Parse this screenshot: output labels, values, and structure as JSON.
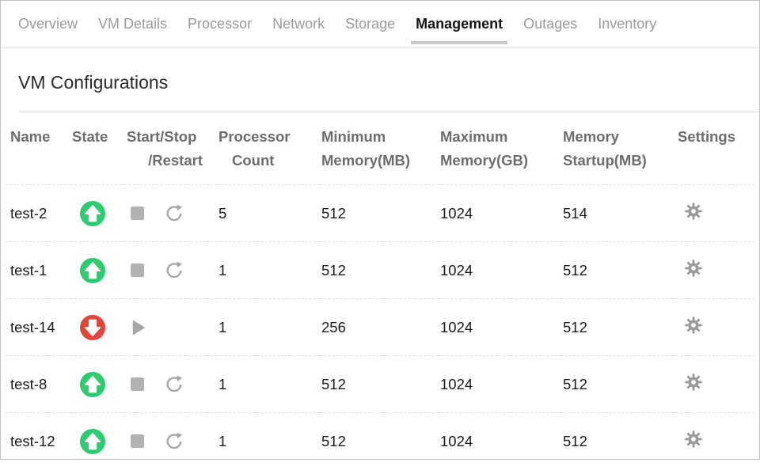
{
  "tabs": [
    {
      "label": "Overview",
      "active": false
    },
    {
      "label": "VM Details",
      "active": false
    },
    {
      "label": "Processor",
      "active": false
    },
    {
      "label": "Network",
      "active": false
    },
    {
      "label": "Storage",
      "active": false
    },
    {
      "label": "Management",
      "active": true
    },
    {
      "label": "Outages",
      "active": false
    },
    {
      "label": "Inventory",
      "active": false
    }
  ],
  "page": {
    "title": "VM Configurations"
  },
  "table": {
    "columns": {
      "name": "Name",
      "state": "State",
      "start_stop_line1": "Start/Stop",
      "start_stop_line2": "/Restart",
      "processor_line1": "Processor",
      "processor_line2": "Count",
      "min_mem_line1": "Minimum",
      "min_mem_line2": "Memory(MB)",
      "max_mem_line1": "Maximum",
      "max_mem_line2": "Memory(GB)",
      "mem_startup_line1": "Memory",
      "mem_startup_line2": "Startup(MB)",
      "settings": "Settings"
    },
    "rows": [
      {
        "name": "test-2",
        "state": "running",
        "processor_count": "5",
        "min_memory_mb": "512",
        "max_memory_gb": "1024",
        "memory_startup_mb": "514"
      },
      {
        "name": "test-1",
        "state": "running",
        "processor_count": "1",
        "min_memory_mb": "512",
        "max_memory_gb": "1024",
        "memory_startup_mb": "512"
      },
      {
        "name": "test-14",
        "state": "stopped",
        "processor_count": "1",
        "min_memory_mb": "256",
        "max_memory_gb": "1024",
        "memory_startup_mb": "512"
      },
      {
        "name": "test-8",
        "state": "running",
        "processor_count": "1",
        "min_memory_mb": "512",
        "max_memory_gb": "1024",
        "memory_startup_mb": "512"
      },
      {
        "name": "test-12",
        "state": "running",
        "processor_count": "1",
        "min_memory_mb": "512",
        "max_memory_gb": "1024",
        "memory_startup_mb": "512"
      }
    ]
  },
  "icons": {
    "state_running": "up-arrow-circle-icon",
    "state_stopped": "down-arrow-circle-icon",
    "stop": "stop-square-icon",
    "restart": "restart-arrow-icon",
    "start": "play-triangle-icon",
    "settings": "gear-icon"
  },
  "colors": {
    "state_running_green": "#2ecc71",
    "state_stopped_red": "#e2463a",
    "active_tab_underline": "#c9c9c9",
    "control_icon_gray": "#a8a8a8",
    "gear_gray": "#9b9b9b"
  }
}
